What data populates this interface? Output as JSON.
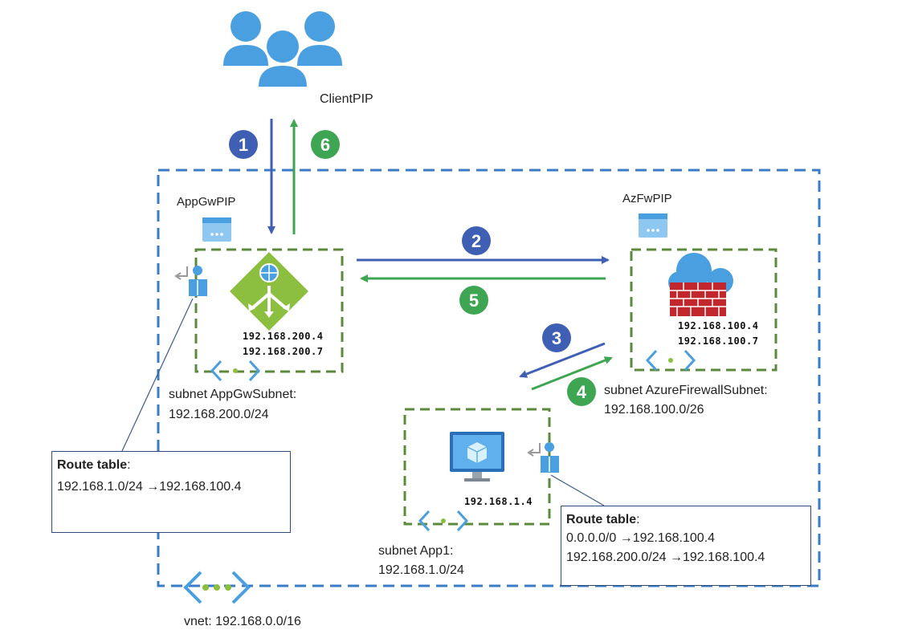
{
  "colors": {
    "vnet_border": "#3a7cc9",
    "subnet_border": "#5c8a3c",
    "flow_blue": "#3f5fb5",
    "flow_green": "#3ea653",
    "badge_blue": "#3f5fb5",
    "badge_green": "#3ea653",
    "icon_blue": "#4a9fe0",
    "appgw_green": "#8cbf3f",
    "firewall_red": "#c1272d"
  },
  "client": {
    "label": "ClientPIP",
    "icon": "users-icon"
  },
  "steps": {
    "s1": "1",
    "s2": "2",
    "s3": "3",
    "s4": "4",
    "s5": "5",
    "s6": "6"
  },
  "appgw": {
    "pip_label": "AppGwPIP",
    "ip1": "192.168.200.4",
    "ip2": "192.168.200.7",
    "subnet_name": "subnet AppGwSubnet:",
    "subnet_cidr": "192.168.200.0/24",
    "icon": "application-gateway-icon"
  },
  "firewall": {
    "pip_label": "AzFwPIP",
    "ip1": "192.168.100.4",
    "ip2": "192.168.100.7",
    "subnet_name": "subnet AzureFirewallSubnet:",
    "subnet_cidr": "192.168.100.0/26",
    "icon": "firewall-icon"
  },
  "app1": {
    "ip": "192.168.1.4",
    "subnet_name": "subnet App1:",
    "subnet_cidr": "192.168.1.0/24",
    "icon": "virtual-machine-icon"
  },
  "route_table_appgw": {
    "title": "Route table",
    "title_suffix": ":",
    "routes": [
      "192.168.1.0/24 →192.168.100.4"
    ]
  },
  "route_table_app1": {
    "title": "Route table",
    "title_suffix": ":",
    "routes": [
      "0.0.0.0/0 →192.168.100.4",
      "192.168.200.0/24 →192.168.100.4"
    ]
  },
  "vnet": {
    "label": "vnet: 192.168.0.0/16",
    "icon": "vnet-icon"
  }
}
